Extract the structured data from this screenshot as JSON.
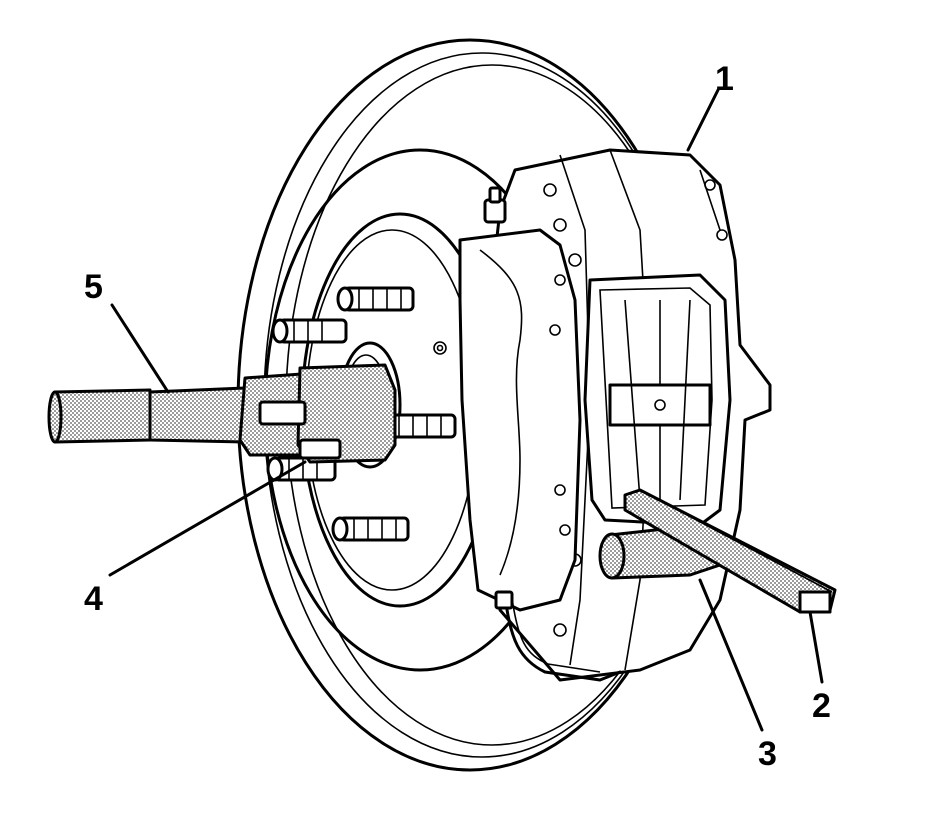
{
  "callouts": {
    "c1": "1",
    "c2": "2",
    "c3": "3",
    "c4": "4",
    "c5": "5"
  },
  "parts": [
    "brake-rotor",
    "wheel-hub",
    "wheel-stud",
    "brake-caliper",
    "caliper-bracket",
    "brake-pad",
    "brake-line",
    "bleeder-valve",
    "pry-bar",
    "piston-tool",
    "breaker-bar"
  ],
  "colors": {
    "line": "#000000",
    "paper": "#ffffff",
    "shade": "#bdbdbd"
  }
}
